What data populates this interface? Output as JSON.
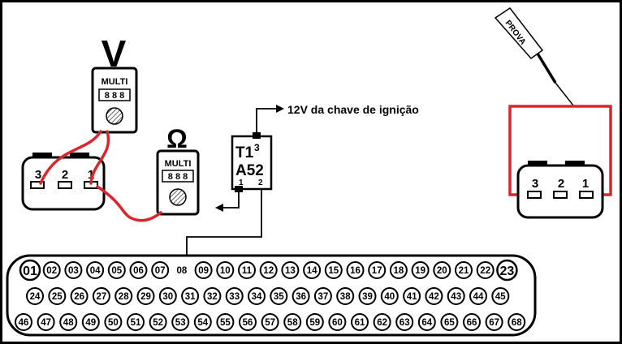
{
  "meters": {
    "voltmeter": {
      "symbol": "V",
      "label": "MULTI",
      "display": "8 8 8"
    },
    "ohmmeter": {
      "symbol": "Ω",
      "label": "MULTI",
      "display": "8 8 8"
    }
  },
  "connector": {
    "pins": [
      "3",
      "2",
      "1"
    ]
  },
  "relay": {
    "line1": "T1",
    "line1_sup": "3",
    "line2": "A52",
    "pin_left": "1",
    "pin_right": "2"
  },
  "supply_label": "12V da chave de ignição",
  "probe_label": "PROVA",
  "ecu": {
    "row1": [
      "01",
      "02",
      "03",
      "04",
      "05",
      "06",
      "07",
      "08",
      "09",
      "10",
      "11",
      "12",
      "13",
      "14",
      "15",
      "16",
      "17",
      "18",
      "19",
      "20",
      "21",
      "22",
      "23"
    ],
    "row2": [
      "24",
      "25",
      "26",
      "27",
      "28",
      "29",
      "30",
      "31",
      "32",
      "33",
      "34",
      "35",
      "36",
      "37",
      "38",
      "39",
      "40",
      "41",
      "42",
      "43",
      "44",
      "45"
    ],
    "row3": [
      "46",
      "47",
      "48",
      "49",
      "50",
      "51",
      "52",
      "53",
      "54",
      "55",
      "56",
      "57",
      "58",
      "59",
      "60",
      "61",
      "62",
      "63",
      "64",
      "65",
      "66",
      "67",
      "68"
    ]
  },
  "colors": {
    "wire_red": "#d9262c",
    "border": "#000000",
    "background": "#ffffff"
  }
}
